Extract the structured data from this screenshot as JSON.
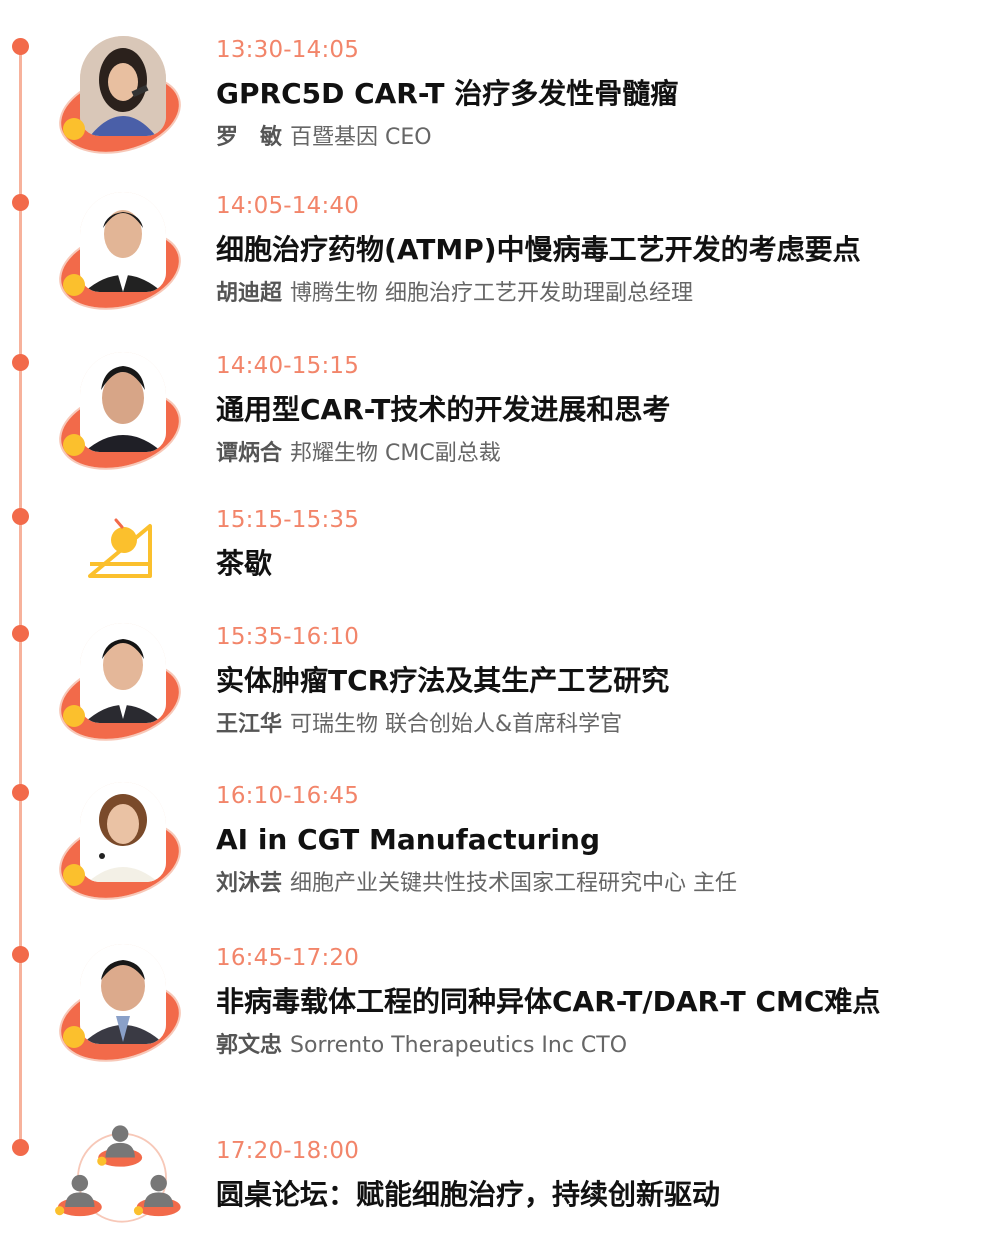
{
  "colors": {
    "accent": "#f26a4a",
    "accent_light": "#f7b29c",
    "time_text": "#f2856a",
    "yellow": "#fbc02d",
    "title_text": "#111111",
    "meta_text": "#666666"
  },
  "sessions": [
    {
      "time": "13:30-14:05",
      "title": "GPRC5D CAR-T 治疗多发性骨髓瘤",
      "speaker_name": "罗　敏",
      "speaker_org": "百暨基因 CEO",
      "avatar": "speaker-photo-female"
    },
    {
      "time": "14:05-14:40",
      "title": "细胞治疗药物(ATMP)中慢病毒工艺开发的考虑要点",
      "speaker_name": "胡迪超",
      "speaker_org": "博腾生物 细胞治疗工艺开发助理副总经理",
      "avatar": "speaker-photo-male"
    },
    {
      "time": "14:40-15:15",
      "title": "通用型CAR-T技术的开发进展和思考",
      "speaker_name": "谭炳合",
      "speaker_org": "邦耀生物 CMC副总裁",
      "avatar": "speaker-photo-male"
    },
    {
      "time": "15:15-15:35",
      "title": "茶歇",
      "icon": "tea-break-icon"
    },
    {
      "time": "15:35-16:10",
      "title": "实体肿瘤TCR疗法及其生产工艺研究",
      "speaker_name": "王江华",
      "speaker_org": "可瑞生物  联合创始人&首席科学官",
      "avatar": "speaker-photo-male"
    },
    {
      "time": "16:10-16:45",
      "title": "AI in CGT Manufacturing",
      "speaker_name": "刘沐芸",
      "speaker_org": "细胞产业关键共性技术国家工程研究中心 主任",
      "avatar": "speaker-photo-female"
    },
    {
      "time": "16:45-17:20",
      "title": "非病毒载体工程的同种异体CAR-T/DAR-T CMC难点",
      "speaker_name": "郭文忠",
      "speaker_org": "Sorrento Therapeutics Inc CTO",
      "avatar": "speaker-photo-male"
    },
    {
      "time": "17:20-18:00",
      "title": "圆桌论坛：赋能细胞治疗，持续创新驱动",
      "icon": "roundtable-people-icon"
    }
  ]
}
